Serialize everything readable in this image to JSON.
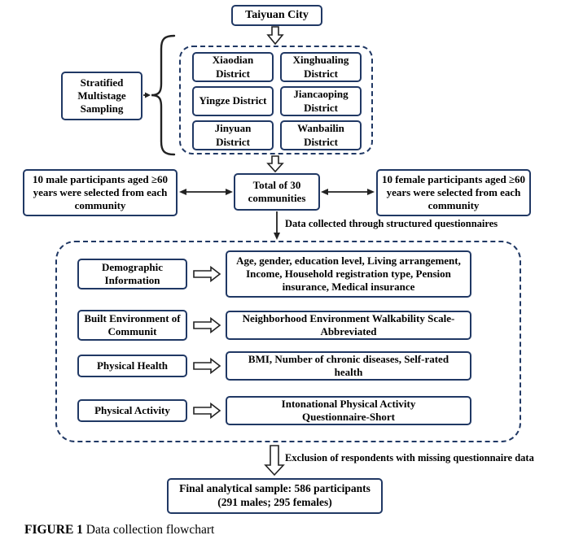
{
  "colors": {
    "box_border": "#203864",
    "arrow": "#222222",
    "background": "#ffffff"
  },
  "top": {
    "city": "Taiyuan City",
    "sampling": "Stratified Multistage Sampling",
    "districts": [
      "Xiaodian District",
      "Xinghualing District",
      "Yingze District",
      "Jiancaoping District",
      "Jinyuan District",
      "Wanbailin District"
    ]
  },
  "middle": {
    "male": "10 male participants aged ≥60 years were selected from each community",
    "total": "Total of 30 communities",
    "female": "10 female participants aged ≥60 years were selected from each community",
    "note": "Data collected through structured questionnaires"
  },
  "survey": {
    "rows": [
      {
        "label": "Demographic Information",
        "detail": "Age, gender, education level, Living arrangement, Income, Household registration type, Pension insurance, Medical insurance"
      },
      {
        "label": "Built Environment of Communit",
        "detail": "Neighborhood Environment Walkability Scale-Abbreviated"
      },
      {
        "label": "Physical Health",
        "detail": "BMI, Number of chronic diseases, Self-rated health"
      },
      {
        "label": "Physical Activity",
        "detail": "Intonational Physical Activity Questionnaire-Short"
      }
    ]
  },
  "bottom": {
    "exclusion_note": "Exclusion of respondents with missing questionnaire data",
    "final": "Final analytical sample: 586 participants (291 males; 295 females)"
  },
  "caption": {
    "label": "FIGURE 1",
    "text": "Data collection flowchart"
  }
}
